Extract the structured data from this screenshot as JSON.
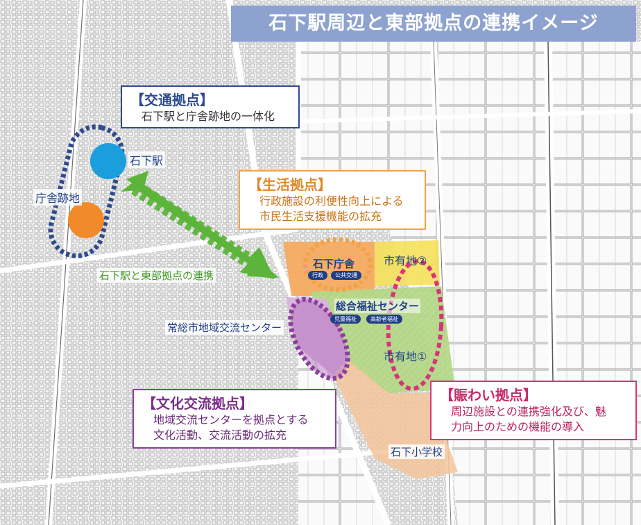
{
  "title": "石下駅周辺と東部拠点の連携イメージ",
  "callouts": {
    "transport": {
      "heading": "【交通拠点】",
      "lines": [
        "石下駅と庁舎跡地の一体化"
      ]
    },
    "living": {
      "heading": "【生活拠点】",
      "lines": [
        "行政施設の利便性向上による",
        "市民生活支援機能の拡充"
      ]
    },
    "culture": {
      "heading": "【文化交流拠点】",
      "lines": [
        "地域交流センターを拠点とする",
        "文化活動、交流活動の拡充"
      ]
    },
    "bustle": {
      "heading": "【賑わい拠点】",
      "lines": [
        "周辺施設との連携強化及び、魅",
        "力向上のための機能の導入"
      ]
    }
  },
  "places": {
    "station": "石下駅",
    "old_office_site": "庁舎跡地",
    "link_label": "石下駅と東部拠点の連携",
    "city_office": "石下庁舎",
    "city_land_2": "市有地②",
    "welfare_center": "総合福祉センター",
    "community_center": "常総市地域交流センター",
    "city_land_1": "市有地①",
    "school": "石下小学校"
  },
  "badges": {
    "office": [
      "行政",
      "公共交通"
    ],
    "welfare": [
      "児童福祉",
      "高齢者福祉"
    ]
  },
  "colors": {
    "title_bg": "#8ea2cf",
    "transport": "#2e4a8f",
    "living": "#f2a24a",
    "culture": "#8b3f9b",
    "bustle": "#d9337a",
    "station_dot": "#1a9fdc",
    "office_dot": "#f08a2a",
    "link_arrow": "#5cb53a"
  }
}
